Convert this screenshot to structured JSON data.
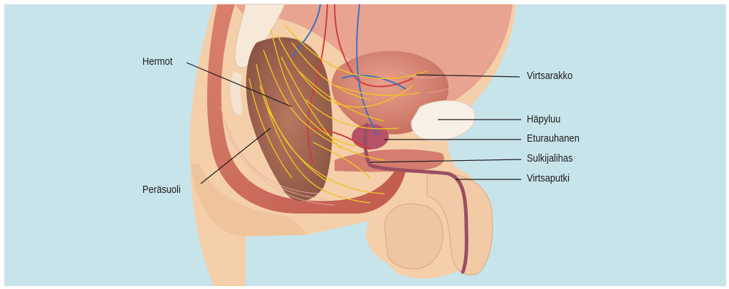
{
  "diagram": {
    "labels": {
      "nerves": "Hermot",
      "rectum": "Peräsuoli",
      "bladder": "Virtsarakko",
      "pubic_bone": "Häpyluu",
      "prostate": "Eturauhanen",
      "sphincter": "Sulkijalihas",
      "urethra": "Virtsaputki"
    }
  }
}
